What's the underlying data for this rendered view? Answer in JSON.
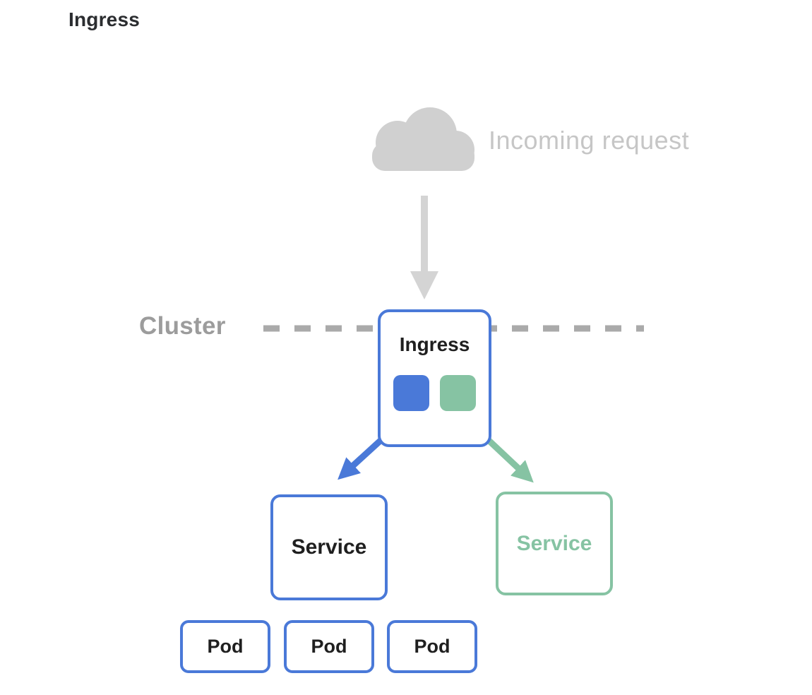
{
  "page": {
    "title": "Ingress"
  },
  "incoming_request": {
    "label": "Incoming request",
    "icon": "cloud-icon"
  },
  "cluster": {
    "label": "Cluster",
    "boundary_style": "dashed"
  },
  "ingress_node": {
    "label": "Ingress",
    "backends": [
      {
        "name": "blue-backend-swatch",
        "color": "#4a79d8"
      },
      {
        "name": "green-backend-swatch",
        "color": "#86c3a3"
      }
    ]
  },
  "services": {
    "blue": {
      "label": "Service",
      "border_color": "#4a79d8",
      "text_color": "#1f1f1f"
    },
    "green": {
      "label": "Service",
      "border_color": "#86c3a3",
      "text_color": "#86c3a3"
    }
  },
  "pods": [
    {
      "label": "Pod"
    },
    {
      "label": "Pod"
    },
    {
      "label": "Pod"
    }
  ],
  "icons": {
    "cloud": "cloud-icon",
    "incoming_arrow": "arrow-down-icon",
    "blue_route_arrow": "arrow-down-left-icon",
    "green_route_arrow": "arrow-down-right-icon"
  },
  "colors": {
    "blue": "#4a79d8",
    "green": "#86c3a3",
    "cloud_gray": "#d0d0d0",
    "arrow_gray": "#d4d4d4",
    "incoming_text_gray": "#c6c6c6",
    "cluster_text_gray": "#9c9c9c",
    "dash_gray": "#aaaaaa",
    "text_dark": "#1f1f1f"
  }
}
